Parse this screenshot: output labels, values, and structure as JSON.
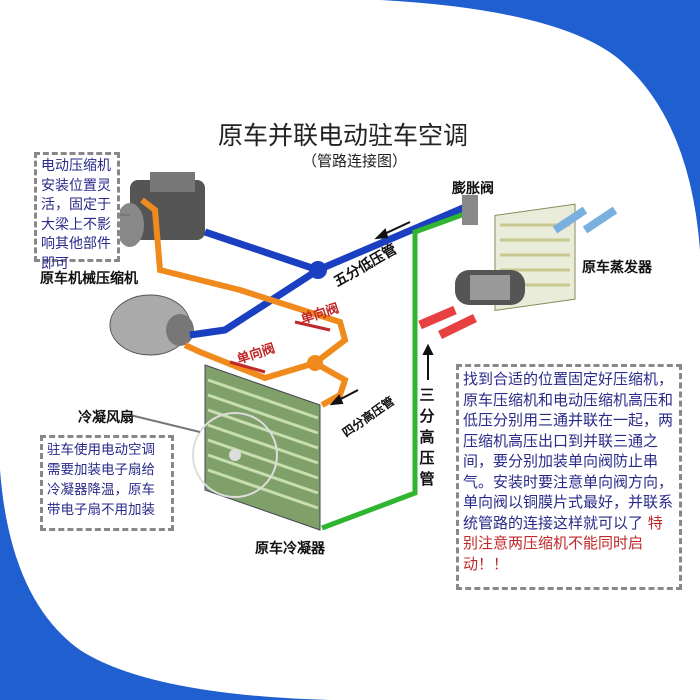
{
  "title": "原车并联电动驻车空调",
  "subtitle": "（管路连接图）",
  "labels": {
    "mech_compressor": "原车机械压缩机",
    "expansion_valve": "膨胀阀",
    "evaporator": "原车蒸发器",
    "condenser_fan": "冷凝风扇",
    "condenser": "原车冷凝器",
    "low_pipe": "五分低压管",
    "high_pipe_4": "四分高压管",
    "high_pipe_3": "三分高压管",
    "check_valve_1": "单向阀",
    "check_valve_2": "单向阀"
  },
  "notes": {
    "electric_compressor": "电动压缩机安装位置灵活，固定于大梁上不影响其他部件即可",
    "fan": "驻车使用电动空调需要加装电子扇给冷凝器降温，原车带电子扇不用加装",
    "main": "找到合适的位置固定好压缩机，原车压缩机和电动压缩机高压和低压分别用三通并联在一起，两压缩机高压出口到并联三通之间，要分别加装单向阀防止串气。安装时要注意单向阀方向，单向阀以铜膜片式最好，并联系统管路的连接这样就可以了",
    "warning": "特别注意两压缩机不能同时启动！！"
  },
  "colors": {
    "low_pipe": "#1a3fc0",
    "high_pipe": "#f08a1c",
    "liquid_pipe": "#2fb52f",
    "frame": "#1f5fd0"
  }
}
